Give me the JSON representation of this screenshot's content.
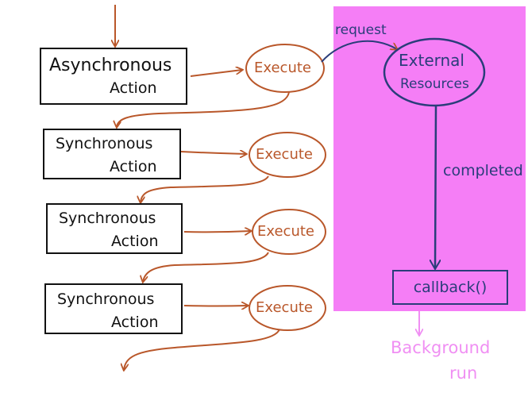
{
  "colors": {
    "flow": "#b9572a",
    "external": "#2a3d7a",
    "background_panel": "#f57ef6",
    "background_label": "#f08ff3"
  },
  "actions": [
    {
      "line1": "Asynchronous",
      "line2": "Action"
    },
    {
      "line1": "Synchronous",
      "line2": "Action"
    },
    {
      "line1": "Synchronous",
      "line2": "Action"
    },
    {
      "line1": "Synchronous",
      "line2": "Action"
    }
  ],
  "execute_labels": [
    "Execute",
    "Execute",
    "Execute",
    "Execute"
  ],
  "external": {
    "line1": "External",
    "line2": "Resources"
  },
  "request_label": "request",
  "completed_label": "completed",
  "callback_label": "callback()",
  "background": {
    "line1": "Background",
    "line2": "run"
  }
}
